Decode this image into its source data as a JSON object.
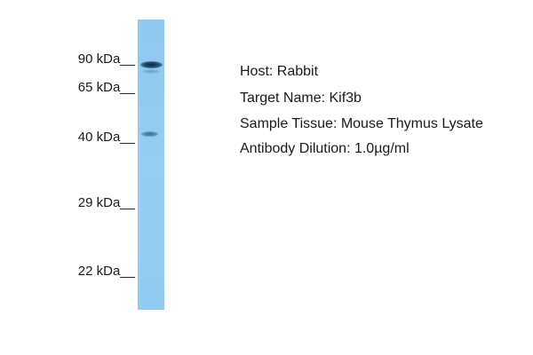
{
  "markers": [
    {
      "label": "90 kDa__"
    },
    {
      "label": "65 kDa__"
    },
    {
      "label": "40 kDa__"
    },
    {
      "label": "29 kDa__"
    },
    {
      "label": "22 kDa__"
    }
  ],
  "info": {
    "host": "Host: Rabbit",
    "target": "Target Name: Kif3b",
    "tissue": "Sample Tissue: Mouse Thymus Lysate",
    "dilution": "Antibody Dilution: 1.0µg/ml"
  },
  "colors": {
    "lane": "#8fc9ef",
    "band_strong": "#0f2a44",
    "band_weak": "#3a6f98"
  }
}
